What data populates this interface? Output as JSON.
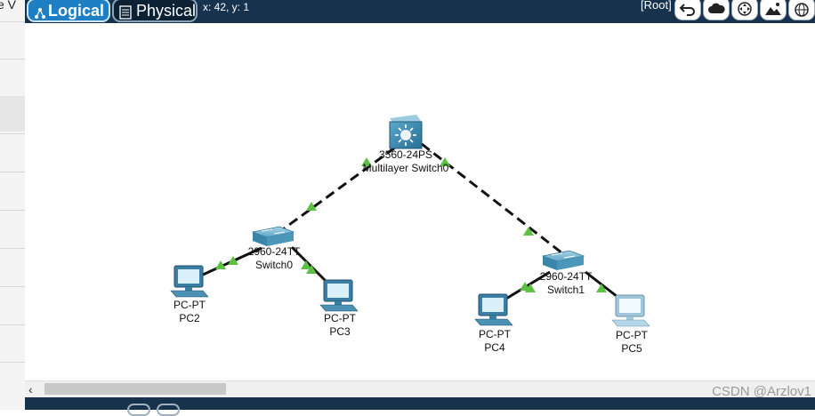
{
  "window": {
    "left_clip_text": "e V"
  },
  "toolbar": {
    "tabs": [
      {
        "label": "Logical",
        "active": true,
        "icon": "logical-topology-icon"
      },
      {
        "label": "Physical",
        "active": false,
        "icon": "physical-view-icon"
      }
    ],
    "coordinates": "x: 42, y: 1",
    "root": "[Root]",
    "tools": [
      {
        "icon": "back-arrow-icon"
      },
      {
        "icon": "cloud-icon"
      },
      {
        "icon": "move-icon"
      },
      {
        "icon": "image-icon"
      },
      {
        "icon": "globe-icon"
      }
    ]
  },
  "devices": [
    {
      "id": "ml-switch0",
      "model": "3560-24PS",
      "name": "Multilayer Switch0",
      "type": "multilayer-switch"
    },
    {
      "id": "switch0",
      "model": "2960-24TT",
      "name": "Switch0",
      "type": "switch"
    },
    {
      "id": "switch1",
      "model": "2960-24TT",
      "name": "Switch1",
      "type": "switch"
    },
    {
      "id": "pc2",
      "model": "PC-PT",
      "name": "PC2",
      "type": "pc"
    },
    {
      "id": "pc3",
      "model": "PC-PT",
      "name": "PC3",
      "type": "pc"
    },
    {
      "id": "pc4",
      "model": "PC-PT",
      "name": "PC4",
      "type": "pc"
    },
    {
      "id": "pc5",
      "model": "PC-PT",
      "name": "PC5",
      "type": "pc"
    }
  ],
  "links": [
    {
      "from": "ml-switch0",
      "to": "switch0",
      "cable": "crossover",
      "status": "up"
    },
    {
      "from": "ml-switch0",
      "to": "switch1",
      "cable": "crossover",
      "status": "up"
    },
    {
      "from": "switch0",
      "to": "pc2",
      "cable": "straight-through",
      "status": "up"
    },
    {
      "from": "switch0",
      "to": "pc3",
      "cable": "straight-through",
      "status": "up"
    },
    {
      "from": "switch1",
      "to": "pc4",
      "cable": "straight-through",
      "status": "up"
    },
    {
      "from": "switch1",
      "to": "pc5",
      "cable": "straight-through",
      "status": "up"
    }
  ],
  "colors": {
    "toolbar": "#17324d",
    "active_tab": "#1e7fc4",
    "link_up": "#5cc043",
    "cable": "#111111",
    "device": "#3b8bb0"
  },
  "watermark": "CSDN @Arzlov1"
}
